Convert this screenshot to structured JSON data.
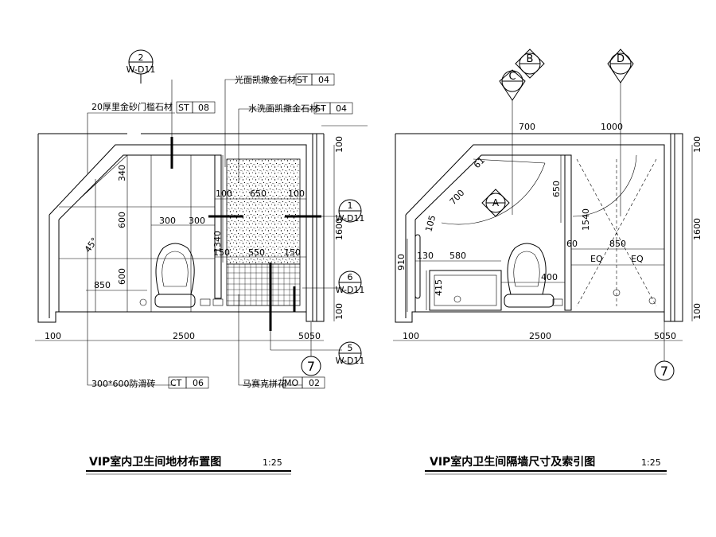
{
  "left_plan": {
    "title": "VIP室内卫生间地材布置图",
    "scale": "1:25",
    "labels": {
      "marble_door": "20厚里金砂门槛石材",
      "marble_door_code": "ST",
      "marble_door_no": "08",
      "polished_marble": "光面凯撒金石材",
      "polished_code": "ST",
      "polished_no": "04",
      "washed_marble": "水洗面凯撒金石材",
      "washed_code": "ST",
      "washed_no": "04",
      "tile": "300*600防滑砖",
      "tile_code": "CT",
      "tile_no": "06",
      "mosaic": "马赛克拼花",
      "mosaic_code": "MO",
      "mosaic_no": "02"
    },
    "dims": {
      "d100a": "100",
      "d650": "650",
      "d100b": "100",
      "d300a": "300",
      "d300b": "300",
      "d150a": "150",
      "d550": "550",
      "d150b": "150",
      "d340": "340",
      "d600a": "600",
      "d600b": "600",
      "d1340": "1340",
      "d45": "45°",
      "d850": "850",
      "d1600": "1600",
      "d100top": "100",
      "d100bot": "100",
      "b100": "100",
      "b2500": "2500",
      "b50a": "50",
      "b50b": "50"
    },
    "callouts": {
      "c2_num": "2",
      "c2_ref": "W-D11",
      "c1_num": "1",
      "c1_ref": "W-D11",
      "c6_num": "6",
      "c6_ref": "W-D11",
      "c5_num": "5",
      "c5_ref": "W-D11",
      "axis": "7"
    }
  },
  "right_plan": {
    "title": "VIP室内卫生间隔墙尺寸及索引图",
    "scale": "1:25",
    "dims": {
      "d700top": "700",
      "d1000": "1000",
      "d700diag": "700",
      "d650": "650",
      "d105": "105",
      "d61": "61",
      "d1540": "1540",
      "d60": "60",
      "d850": "850",
      "eq1": "EQ",
      "eq2": "EQ",
      "d130": "130",
      "d580": "580",
      "d400": "400",
      "d415": "415",
      "d910": "910",
      "d1600": "1600",
      "d100top": "100",
      "d100bot": "100",
      "b100": "100",
      "b2500": "2500",
      "b50a": "50",
      "b50b": "50"
    },
    "callouts": {
      "b": "B",
      "c": "C",
      "d": "D",
      "a": "A",
      "axis": "7"
    }
  }
}
